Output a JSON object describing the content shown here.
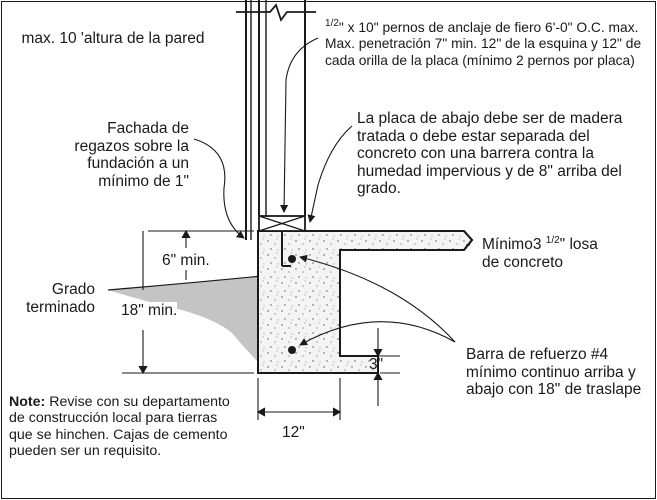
{
  "labels": {
    "wall_height": "max. 10 'altura de la pared",
    "anchor_bolt_frac_num": "1",
    "anchor_bolt_frac_den": "/2",
    "anchor_bolt_text": "\" x 10\" pernos de anclaje de fiero 6'-0\" O.C. max.  Max. penetración 7\" min. 12\" de la esquina y 12\" de cada orilla de la placa (mínimo 2 pernos por placa)",
    "siding_lap": "Fachada de regazos sobre la fundación a un mínimo de 1\"",
    "bottom_plate": "La placa de abajo debe ser de madera tratada o debe estar separada del concreto con una barrera contra la humedad impervious y de 8\" arriba del grado.",
    "slab_prefix": "Mínimo3 ",
    "slab_frac_num": "1",
    "slab_frac_den": "/2",
    "slab_suffix": "\" losa de concreto",
    "grade": "Grado terminado",
    "rebar": "Barra de refuerzo #4 mínimo continuo arriba y abajo con 18\" de traslape",
    "note_title": "Note:",
    "note_text": " Revise con su departamento de construcción local para tierras que se hinchen.  Cajas de cemento pueden ser un requisito."
  },
  "dimensions": {
    "above_grade": "6\" min.",
    "depth": "18\" min.",
    "footing_height": "3\"",
    "footing_width": "12\""
  }
}
